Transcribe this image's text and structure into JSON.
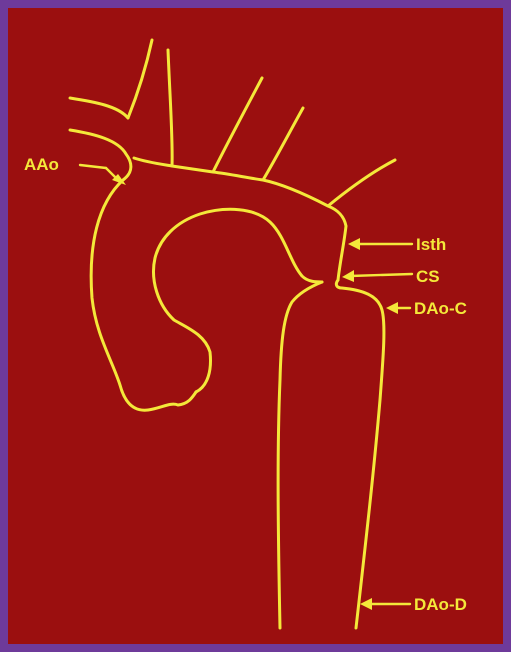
{
  "labels": {
    "aao": "AAo",
    "isth": "Isth",
    "cs": "CS",
    "dao_c": "DAo-C",
    "dao_d": "DAo-D"
  },
  "colors": {
    "frame": "#6e3a9a",
    "background": "#9b0f0f",
    "outline": "#f4e83a"
  }
}
